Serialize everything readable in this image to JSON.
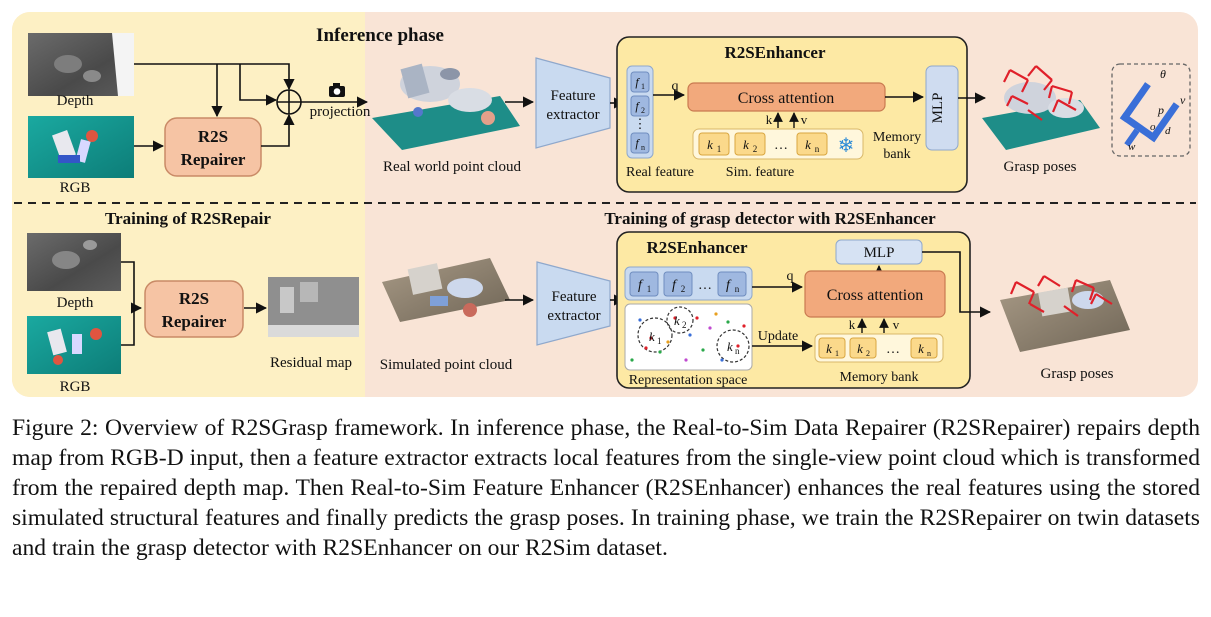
{
  "inference": {
    "phase_title": "Inference phase",
    "depth_label": "Depth",
    "rgb_label": "RGB",
    "repairer_line1": "R2S",
    "repairer_line2": "Repairer",
    "projection_label": "projection",
    "real_pc_label": "Real world point cloud",
    "extractor_line1": "Feature",
    "extractor_line2": "extractor",
    "enhancer_title": "R2SEnhancer",
    "q_label": "q",
    "k_label": "k",
    "v_label": "v",
    "cross_attention": "Cross attention",
    "real_feature_label": "Real feature",
    "sim_feature_label": "Sim. feature",
    "memory_line1": "Memory",
    "memory_line2": "bank",
    "mlp_label": "MLP",
    "grasp_label": "Grasp poses",
    "features": [
      "f",
      "f",
      "f"
    ],
    "feature_subs": [
      "1",
      "2",
      "n"
    ],
    "keys": [
      "k",
      "k",
      "k"
    ],
    "key_subs": [
      "1",
      "2",
      "n"
    ],
    "ellipsis": "…",
    "vdots": "⋮",
    "snowflake": "❄",
    "snowflake_icon": "snowflake-icon",
    "camera_icon": "camera-icon",
    "gripper_symbols": [
      "θ",
      "v",
      "p",
      "o",
      "d",
      "w"
    ]
  },
  "training": {
    "repair_title": "Training of R2SRepair",
    "detector_title": "Training of grasp detector with R2SEnhancer",
    "depth_label": "Depth",
    "rgb_label": "RGB",
    "repairer_line1": "R2S",
    "repairer_line2": "Repairer",
    "residual_label": "Residual  map",
    "sim_pc_label": "Simulated point cloud",
    "extractor_line1": "Feature",
    "extractor_line2": "extractor",
    "enhancer_title": "R2SEnhancer",
    "mlp_label": "MLP",
    "q_label": "q",
    "k_label": "k",
    "v_label": "v",
    "cross_attention": "Cross attention",
    "update_label": "Update",
    "representation_label": "Representation space",
    "memory_label": "Memory bank",
    "grasp_label": "Grasp poses"
  },
  "colors": {
    "left_panel": "#fdf0c4",
    "right_panel": "#f9e4d6",
    "enhancer_fill": "#fde9a4",
    "repairer_fill": "#f6c4a4",
    "attention_fill": "#f2a97c",
    "extractor_fill": "#c9daf0",
    "feature_fill": "#9fb8e0",
    "key_fill": "#fbd98b",
    "grasp_red": "#e0202a",
    "gripper_blue": "#3a6fd8"
  },
  "caption": {
    "label": "Figure 2:",
    "text": "Overview of R2SGrasp framework. In inference phase, the Real-to-Sim Data Repairer (R2SRepairer) repairs depth map from RGB-D input, then a feature extractor extracts local features from the single-view point cloud which is transformed from the repaired depth map. Then Real-to-Sim Feature Enhancer (R2SEnhancer) enhances the real features using the stored simulated structural features and finally predicts the grasp poses. In training phase, we train the R2SRepairer on twin datasets and train the grasp detector with R2SEnhancer on our R2Sim dataset."
  }
}
